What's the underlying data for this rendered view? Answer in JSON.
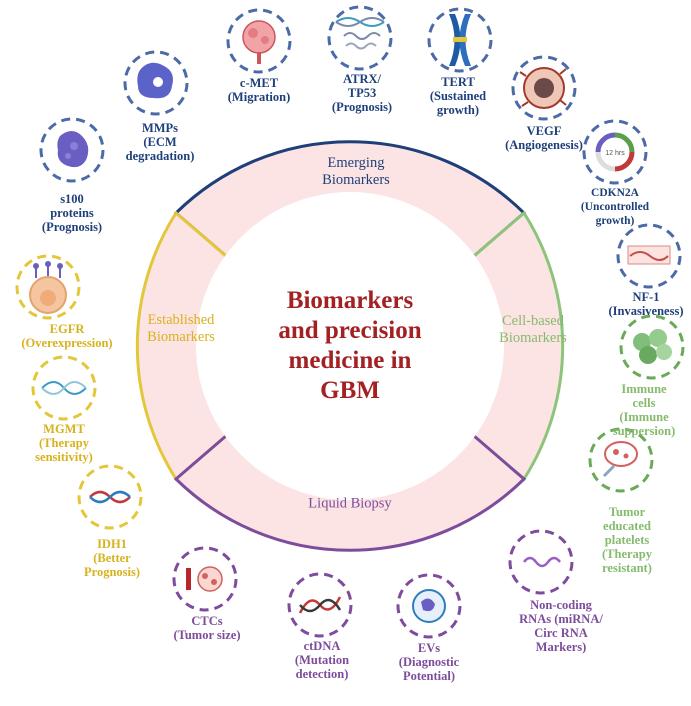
{
  "center_title": "Biomarkers\nand precision\nmedicine in\nGBM",
  "segments": {
    "emerging": "Emerging\nBiomarkers",
    "established": "Established\nBiomarkers",
    "cell_based": "Cell-based\nBiomarkers",
    "liquid": "Liquid Biopsy"
  },
  "colors": {
    "emerging": "#1f3f7a",
    "established": "#e3c63a",
    "cell_based": "#8cc47a",
    "liquid": "#7d4c9c",
    "ring_fill": "#fce4e4",
    "center_text": "#a32023"
  },
  "markers": {
    "cmet": "c-MET\n(Migration)",
    "atrx": "ATRX/\nTP53\n(Prognosis)",
    "tert": "TERT\n(Sustained\ngrowth)",
    "mmps": "MMPs\n(ECM\ndegradation)",
    "vegf": "VEGF\n(Angiogenesis)",
    "s100": "s100\nproteins\n(Prognosis)",
    "cdkn2a": "CDKN2A\n(Uncontrolled\ngrowth)",
    "egfr": "EGFR\n(Overexpression)",
    "nf1": "NF-1\n(Invasiveness)",
    "mgmt": "MGMT\n(Therapy\nsensitivity)",
    "immune": "Immune cells\n(Immune\nsuppersion)",
    "idh1": "IDH1\n(Better\nPrognosis)",
    "platelets": "Tumor\neducated\nplatelets\n(Therapy\nresistant)",
    "ctcs": "CTCs\n(Tumor size)",
    "ctdna": "ctDNA\n(Mutation\ndetection)",
    "evs": "EVs\n(Diagnostic\nPotential)",
    "ncrna": "Non-coding\nRNAs (miRNA/\nCirc RNA\nMarkers)"
  },
  "cdkn2a_chart_text": "12 hrs",
  "icons": [
    "cmet-cell-icon",
    "dna-helix-icon",
    "chromosome-icon",
    "protein-blob-icon",
    "tumor-vessel-icon",
    "protein-cluster-icon",
    "cell-cycle-icon",
    "receptor-cell-icon",
    "tissue-icon",
    "dna-repair-icon",
    "immune-cluster-icon",
    "dna-strand-icon",
    "platelet-icon",
    "tube-cells-icon",
    "ctdna-helix-icon",
    "vesicle-icon",
    "rna-wave-icon"
  ]
}
